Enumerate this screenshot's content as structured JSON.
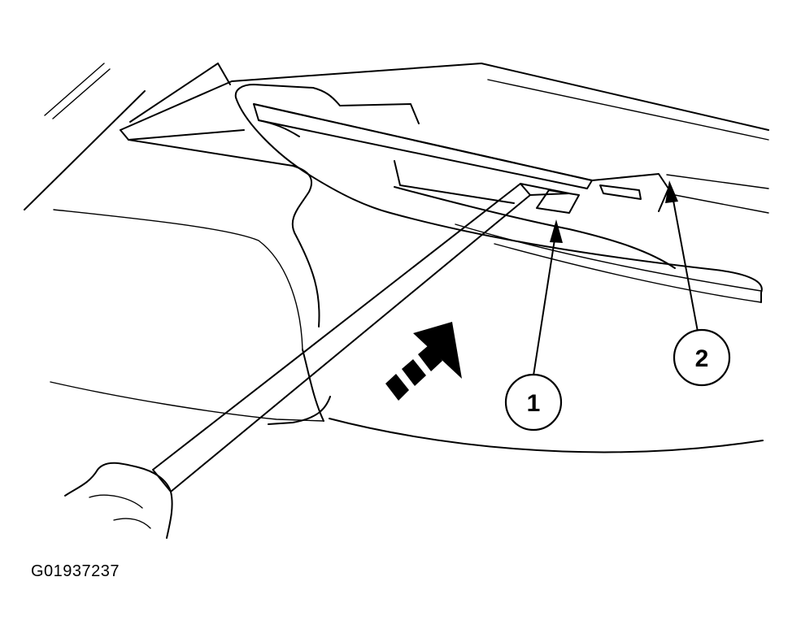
{
  "figure": {
    "callouts": [
      {
        "label": "1"
      },
      {
        "label": "2"
      }
    ],
    "figure_id": "G01937237"
  }
}
